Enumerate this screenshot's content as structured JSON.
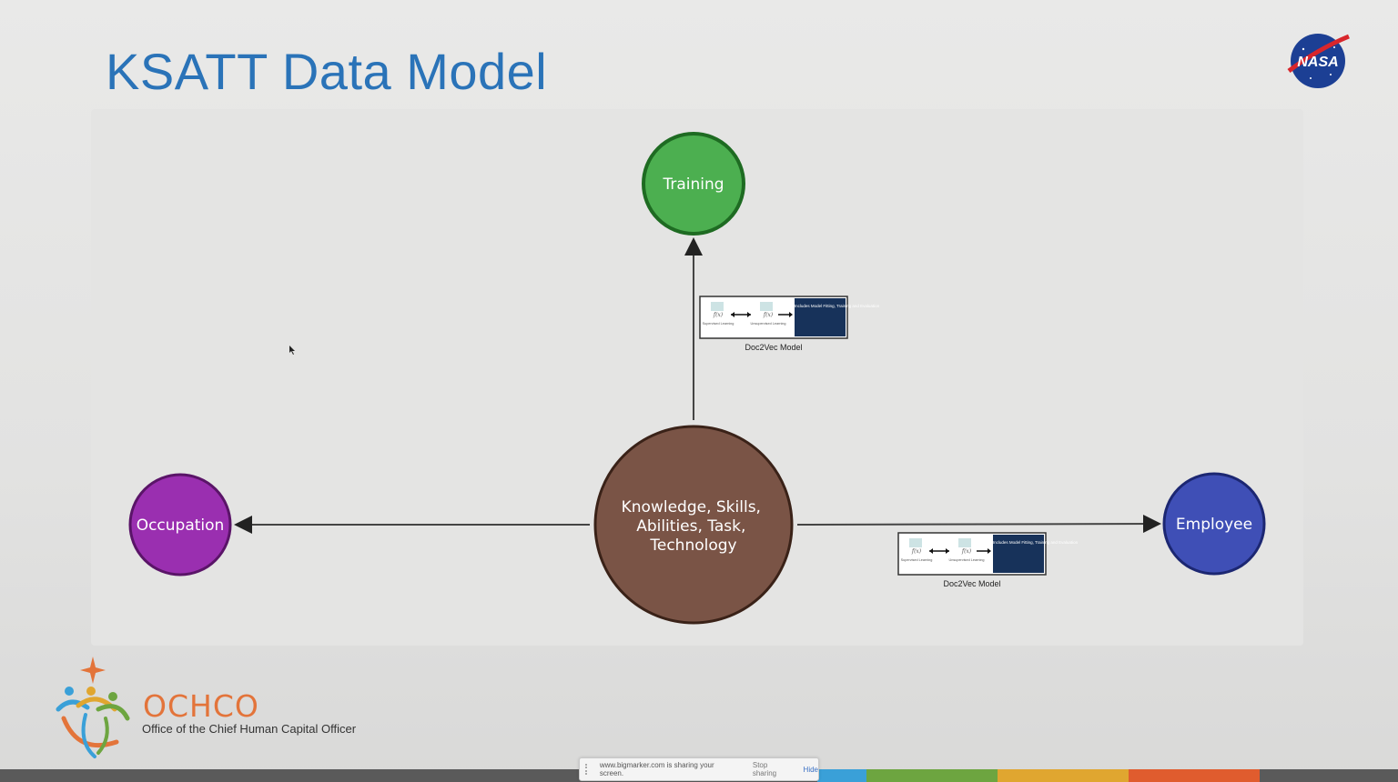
{
  "slide": {
    "title": "KSATT Data Model",
    "logo_text": "NASA"
  },
  "diagram": {
    "nodes": [
      {
        "id": "training",
        "label_lines": [
          "Training"
        ],
        "color": "#4caf50",
        "border": "#1e6b22"
      },
      {
        "id": "center",
        "label_lines": [
          "Knowledge, Skills,",
          "Abilities, Task,",
          "Technology"
        ],
        "color": "#7a5446",
        "border": "#3a2218"
      },
      {
        "id": "occupation",
        "label_lines": [
          "Occupation"
        ],
        "color": "#9a2fb0",
        "border": "#5a1468"
      },
      {
        "id": "employee",
        "label_lines": [
          "Employee"
        ],
        "color": "#3f4fb6",
        "border": "#1c2772"
      }
    ],
    "model_boxes": [
      {
        "caption": "Doc2Vec Model",
        "f1": "f(x)",
        "l1": "Supervised Learning",
        "f2": "f(x)",
        "l2": "Unsupervised Learning",
        "panel": "Machine Learning Includes Model Fitting, Training and Evaluation"
      },
      {
        "caption": "Doc2Vec Model",
        "f1": "f(x)",
        "l1": "Supervised Learning",
        "f2": "f(x)",
        "l2": "Unsupervised Learning",
        "panel": "Machine Learning Includes Model Fitting, Training and Evaluation"
      }
    ]
  },
  "footer": {
    "org_name": "OCHCO",
    "org_full": "Office of the Chief Human Capital Officer",
    "band_colors": [
      "#5a5a5a",
      "#5a5a5a",
      "#5a5a5a",
      "#3aa0d8",
      "#6da540",
      "#e0a630",
      "#e05c2e",
      "#5a5a5a"
    ]
  },
  "screen_share": {
    "message": "www.bigmarker.com is sharing your screen.",
    "stop_label": "Stop sharing",
    "hide_label": "Hide"
  }
}
